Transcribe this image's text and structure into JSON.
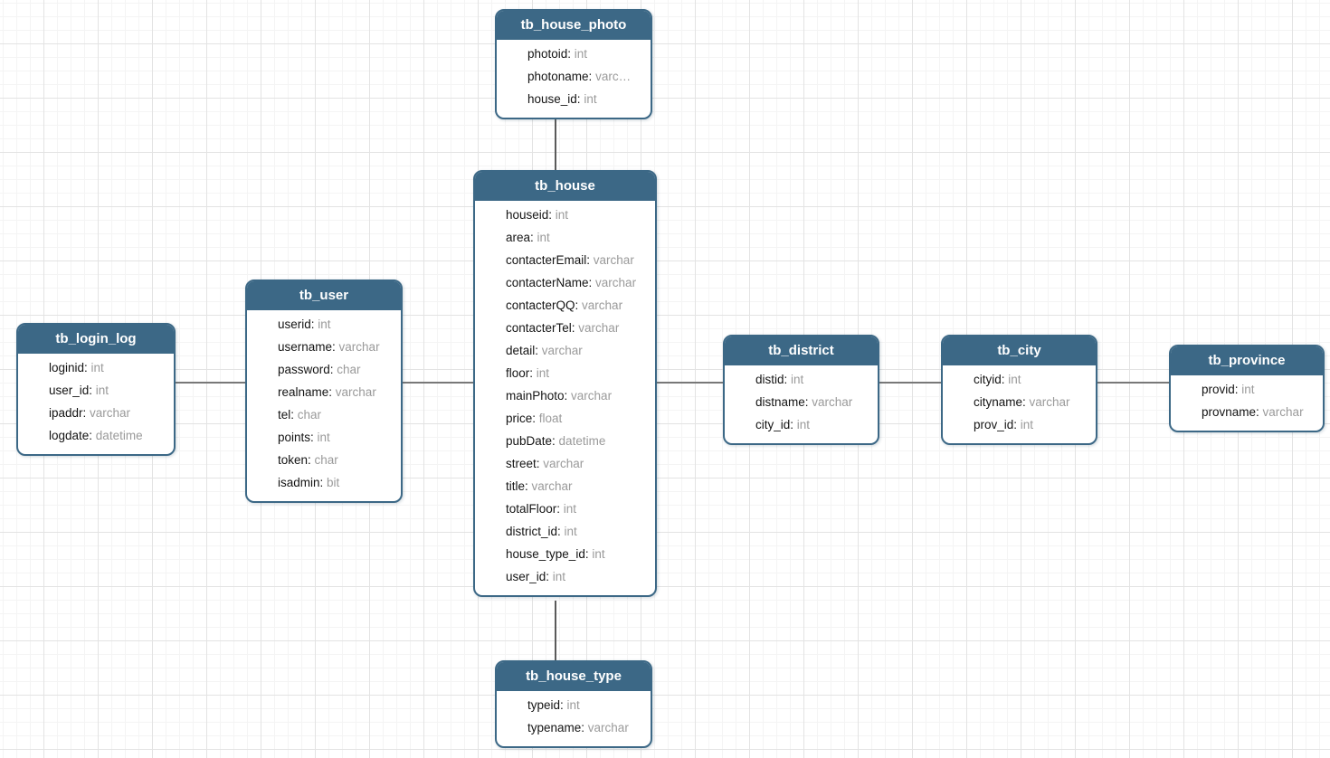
{
  "diagram": {
    "colors": {
      "header_background": "#3c6886",
      "table_border": "#3c6886",
      "field_name_text": "#141414",
      "field_type_text": "#9a9a9a",
      "connector_line": "#787878",
      "grid_minor_line": "#f4f4f4",
      "grid_major_line": "#e3e3e3",
      "canvas_background": "#ffffff"
    },
    "tables": [
      {
        "id": "tb_house_photo",
        "title": "tb_house_photo",
        "fields": [
          {
            "name": "photoid",
            "type": "int"
          },
          {
            "name": "photoname",
            "type": "varc…"
          },
          {
            "name": "house_id",
            "type": "int"
          }
        ]
      },
      {
        "id": "tb_house",
        "title": "tb_house",
        "fields": [
          {
            "name": "houseid",
            "type": "int"
          },
          {
            "name": "area",
            "type": "int"
          },
          {
            "name": "contacterEmail",
            "type": "varchar"
          },
          {
            "name": "contacterName",
            "type": "varchar"
          },
          {
            "name": "contacterQQ",
            "type": "varchar"
          },
          {
            "name": "contacterTel",
            "type": "varchar"
          },
          {
            "name": "detail",
            "type": "varchar"
          },
          {
            "name": "floor",
            "type": "int"
          },
          {
            "name": "mainPhoto",
            "type": "varchar"
          },
          {
            "name": "price",
            "type": "float"
          },
          {
            "name": "pubDate",
            "type": "datetime"
          },
          {
            "name": "street",
            "type": "varchar"
          },
          {
            "name": "title",
            "type": "varchar"
          },
          {
            "name": "totalFloor",
            "type": "int"
          },
          {
            "name": "district_id",
            "type": "int"
          },
          {
            "name": "house_type_id",
            "type": "int"
          },
          {
            "name": "user_id",
            "type": "int"
          }
        ]
      },
      {
        "id": "tb_user",
        "title": "tb_user",
        "fields": [
          {
            "name": "userid",
            "type": "int"
          },
          {
            "name": "username",
            "type": "varchar"
          },
          {
            "name": "password",
            "type": "char"
          },
          {
            "name": "realname",
            "type": "varchar"
          },
          {
            "name": "tel",
            "type": "char"
          },
          {
            "name": "points",
            "type": "int"
          },
          {
            "name": "token",
            "type": "char"
          },
          {
            "name": "isadmin",
            "type": "bit"
          }
        ]
      },
      {
        "id": "tb_login_log",
        "title": "tb_login_log",
        "fields": [
          {
            "name": "loginid",
            "type": "int"
          },
          {
            "name": "user_id",
            "type": "int"
          },
          {
            "name": "ipaddr",
            "type": "varchar"
          },
          {
            "name": "logdate",
            "type": "datetime"
          }
        ]
      },
      {
        "id": "tb_district",
        "title": "tb_district",
        "fields": [
          {
            "name": "distid",
            "type": "int"
          },
          {
            "name": "distname",
            "type": "varchar"
          },
          {
            "name": "city_id",
            "type": "int"
          }
        ]
      },
      {
        "id": "tb_city",
        "title": "tb_city",
        "fields": [
          {
            "name": "cityid",
            "type": "int"
          },
          {
            "name": "cityname",
            "type": "varchar"
          },
          {
            "name": "prov_id",
            "type": "int"
          }
        ]
      },
      {
        "id": "tb_province",
        "title": "tb_province",
        "fields": [
          {
            "name": "provid",
            "type": "int"
          },
          {
            "name": "provname",
            "type": "varchar"
          }
        ]
      },
      {
        "id": "tb_house_type",
        "title": "tb_house_type",
        "fields": [
          {
            "name": "typeid",
            "type": "int"
          },
          {
            "name": "typename",
            "type": "varchar"
          }
        ]
      }
    ]
  }
}
